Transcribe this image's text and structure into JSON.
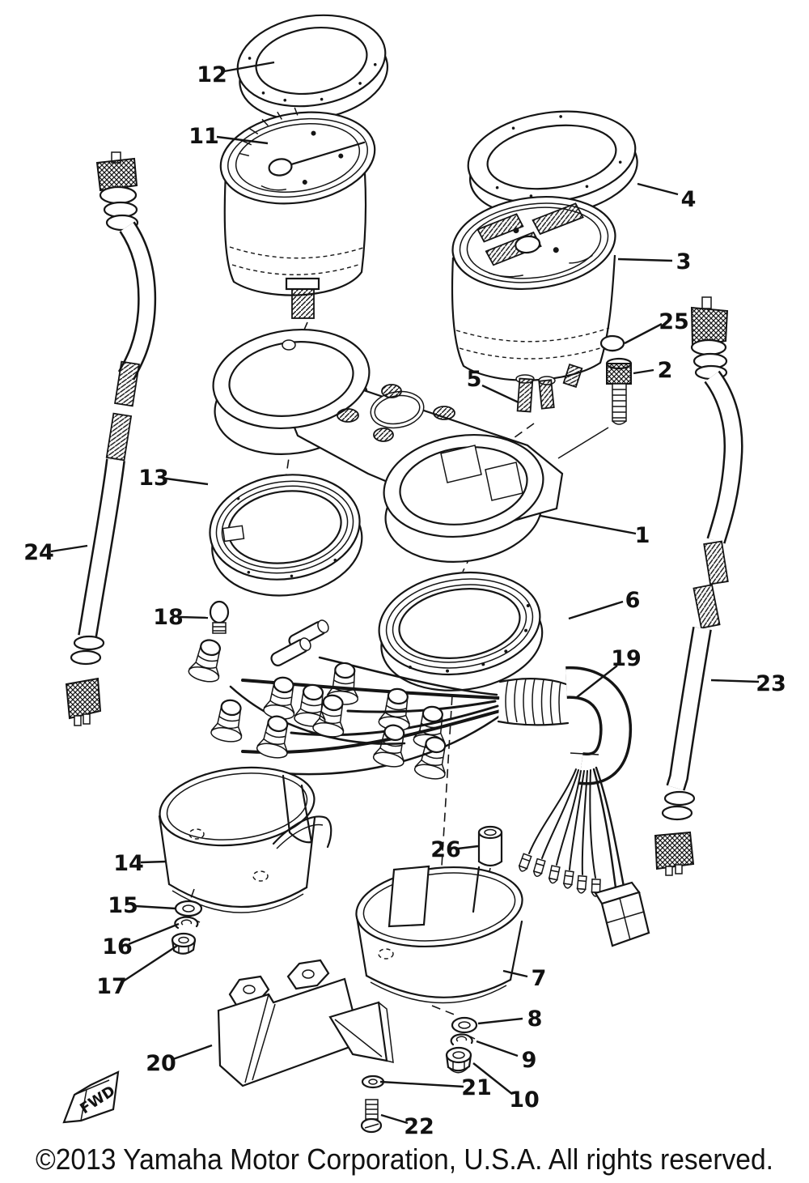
{
  "figure": {
    "fwd_label": "FWD",
    "copyright": "©2013 Yamaha Motor Corporation, U.S.A. All rights reserved."
  },
  "callouts": {
    "n1": "1",
    "n2": "2",
    "n3": "3",
    "n4": "4",
    "n5": "5",
    "n6": "6",
    "n7": "7",
    "n8": "8",
    "n9": "9",
    "n10": "10",
    "n11": "11",
    "n12": "12",
    "n13": "13",
    "n14": "14",
    "n15": "15",
    "n16": "16",
    "n17": "17",
    "n18": "18",
    "n19": "19",
    "n20": "20",
    "n21": "21",
    "n22": "22",
    "n23": "23",
    "n24": "24",
    "n25": "25",
    "n26": "26"
  }
}
